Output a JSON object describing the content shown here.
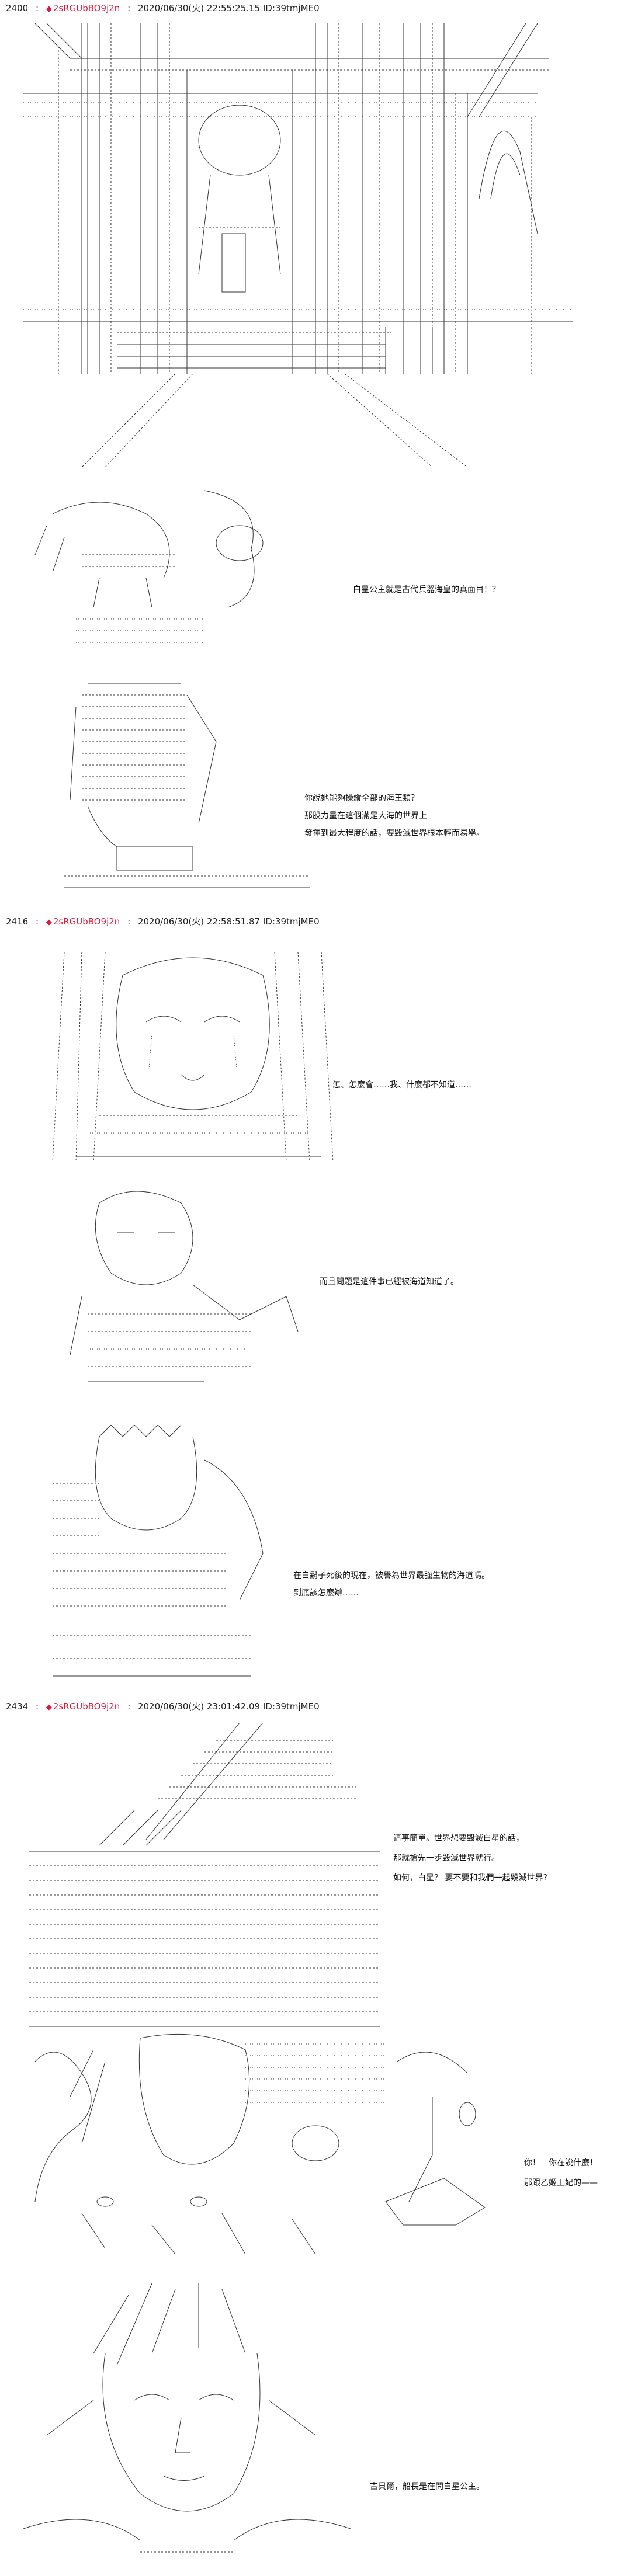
{
  "posts": [
    {
      "number": "2400",
      "separator": ":",
      "trip_icon": "red-diamond-icon",
      "trip": "2sRGUbBO9j2n",
      "datetime": "2020/06/30(火) 22:55:25.15",
      "id": "ID:39tmjME0",
      "panels": [
        {
          "art": "ascii-art-throne-room-with-figure",
          "dialogue": []
        },
        {
          "art": "ascii-art-character-shocked",
          "dialogue": [
            "白星公主就是古代兵器海皇的真面目！？"
          ]
        },
        {
          "art": "ascii-art-character-profile",
          "dialogue": [
            "你說她能夠操縱全部的海王類？",
            "那股力量在這個滿是大海的世界上",
            "發揮到最大程度的話，要毀滅世界根本輕而易舉。"
          ]
        }
      ]
    },
    {
      "number": "2416",
      "separator": ":",
      "trip_icon": "red-diamond-icon",
      "trip": "2sRGUbBO9j2n",
      "datetime": "2020/06/30(火) 22:58:51.87",
      "id": "ID:39tmjME0",
      "panels": [
        {
          "art": "ascii-art-crying-figure",
          "dialogue": [
            "怎、怎麼會……我、什麼都不知道……"
          ]
        },
        {
          "art": "ascii-art-character-with-sword",
          "dialogue": [
            "而且問題是這件事已經被海道知道了。"
          ]
        },
        {
          "art": "ascii-art-character-seated",
          "dialogue": [
            "在白鬍子死後的現在，被譽為世界最強生物的海道嗎。",
            "到底該怎麼辦……"
          ]
        }
      ]
    },
    {
      "number": "2434",
      "separator": ":",
      "trip_icon": "red-diamond-icon",
      "trip": "2sRGUbBO9j2n",
      "datetime": "2020/06/30(火) 23:01:42.09",
      "id": "ID:39tmjME0",
      "panels": [
        {
          "art": "ascii-art-hat-brim-closeup",
          "dialogue": [
            "這事簡單。世界想要毀滅白星的話，",
            "那就搶先一步毀滅世界就行。",
            "如何，白星？ 要不要和我們一起毀滅世界？"
          ]
        },
        {
          "art": "ascii-art-group-reaction",
          "dialogue": [
            "你！　你在說什麼！",
            "那跟乙姬王妃的——"
          ]
        },
        {
          "art": "ascii-art-character-face",
          "dialogue": [
            "吉貝爾，船長是在問白星公主。"
          ]
        }
      ]
    }
  ],
  "colors": {
    "background": "#ffffff",
    "text": "#111111",
    "trip": "#e0193b"
  }
}
